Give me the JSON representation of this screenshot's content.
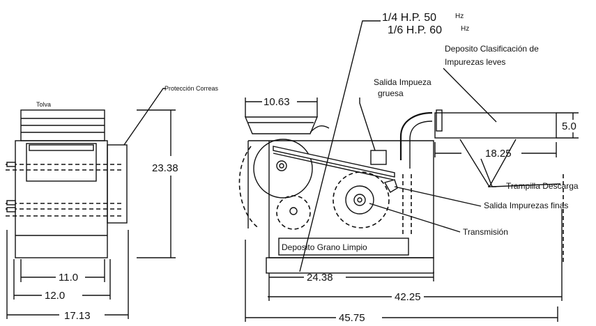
{
  "left_view": {
    "label_tolva": "Tolva",
    "label_proteccion": "Protección Correas",
    "dim_height": "23.38",
    "dim_inner": "11.0",
    "dim_mid": "12.0",
    "dim_outer": "17.13"
  },
  "right_view": {
    "motor_50": "1/4 H.P. 50",
    "motor_50_unit": "Hz",
    "motor_60": "1/6 H.P. 60",
    "motor_60_unit": "Hz",
    "deposito_leves_1": "Deposito Clasificación de",
    "deposito_leves_2": "Impurezas leves",
    "salida_gruesa_1": "Salida Impueza",
    "salida_gruesa_2": "gruesa",
    "dim_top": "10.63",
    "dim_tray_h": "5.0",
    "dim_tray_w": "18.25",
    "trampilla": "Trampilla Descarga",
    "salida_finas": "Salida Impurezas finas",
    "transmision": "Transmisión",
    "deposito_grano": "Deposito Grano Limpio",
    "dim_base": "24.38",
    "dim_mid": "42.25",
    "dim_total": "45.75"
  }
}
